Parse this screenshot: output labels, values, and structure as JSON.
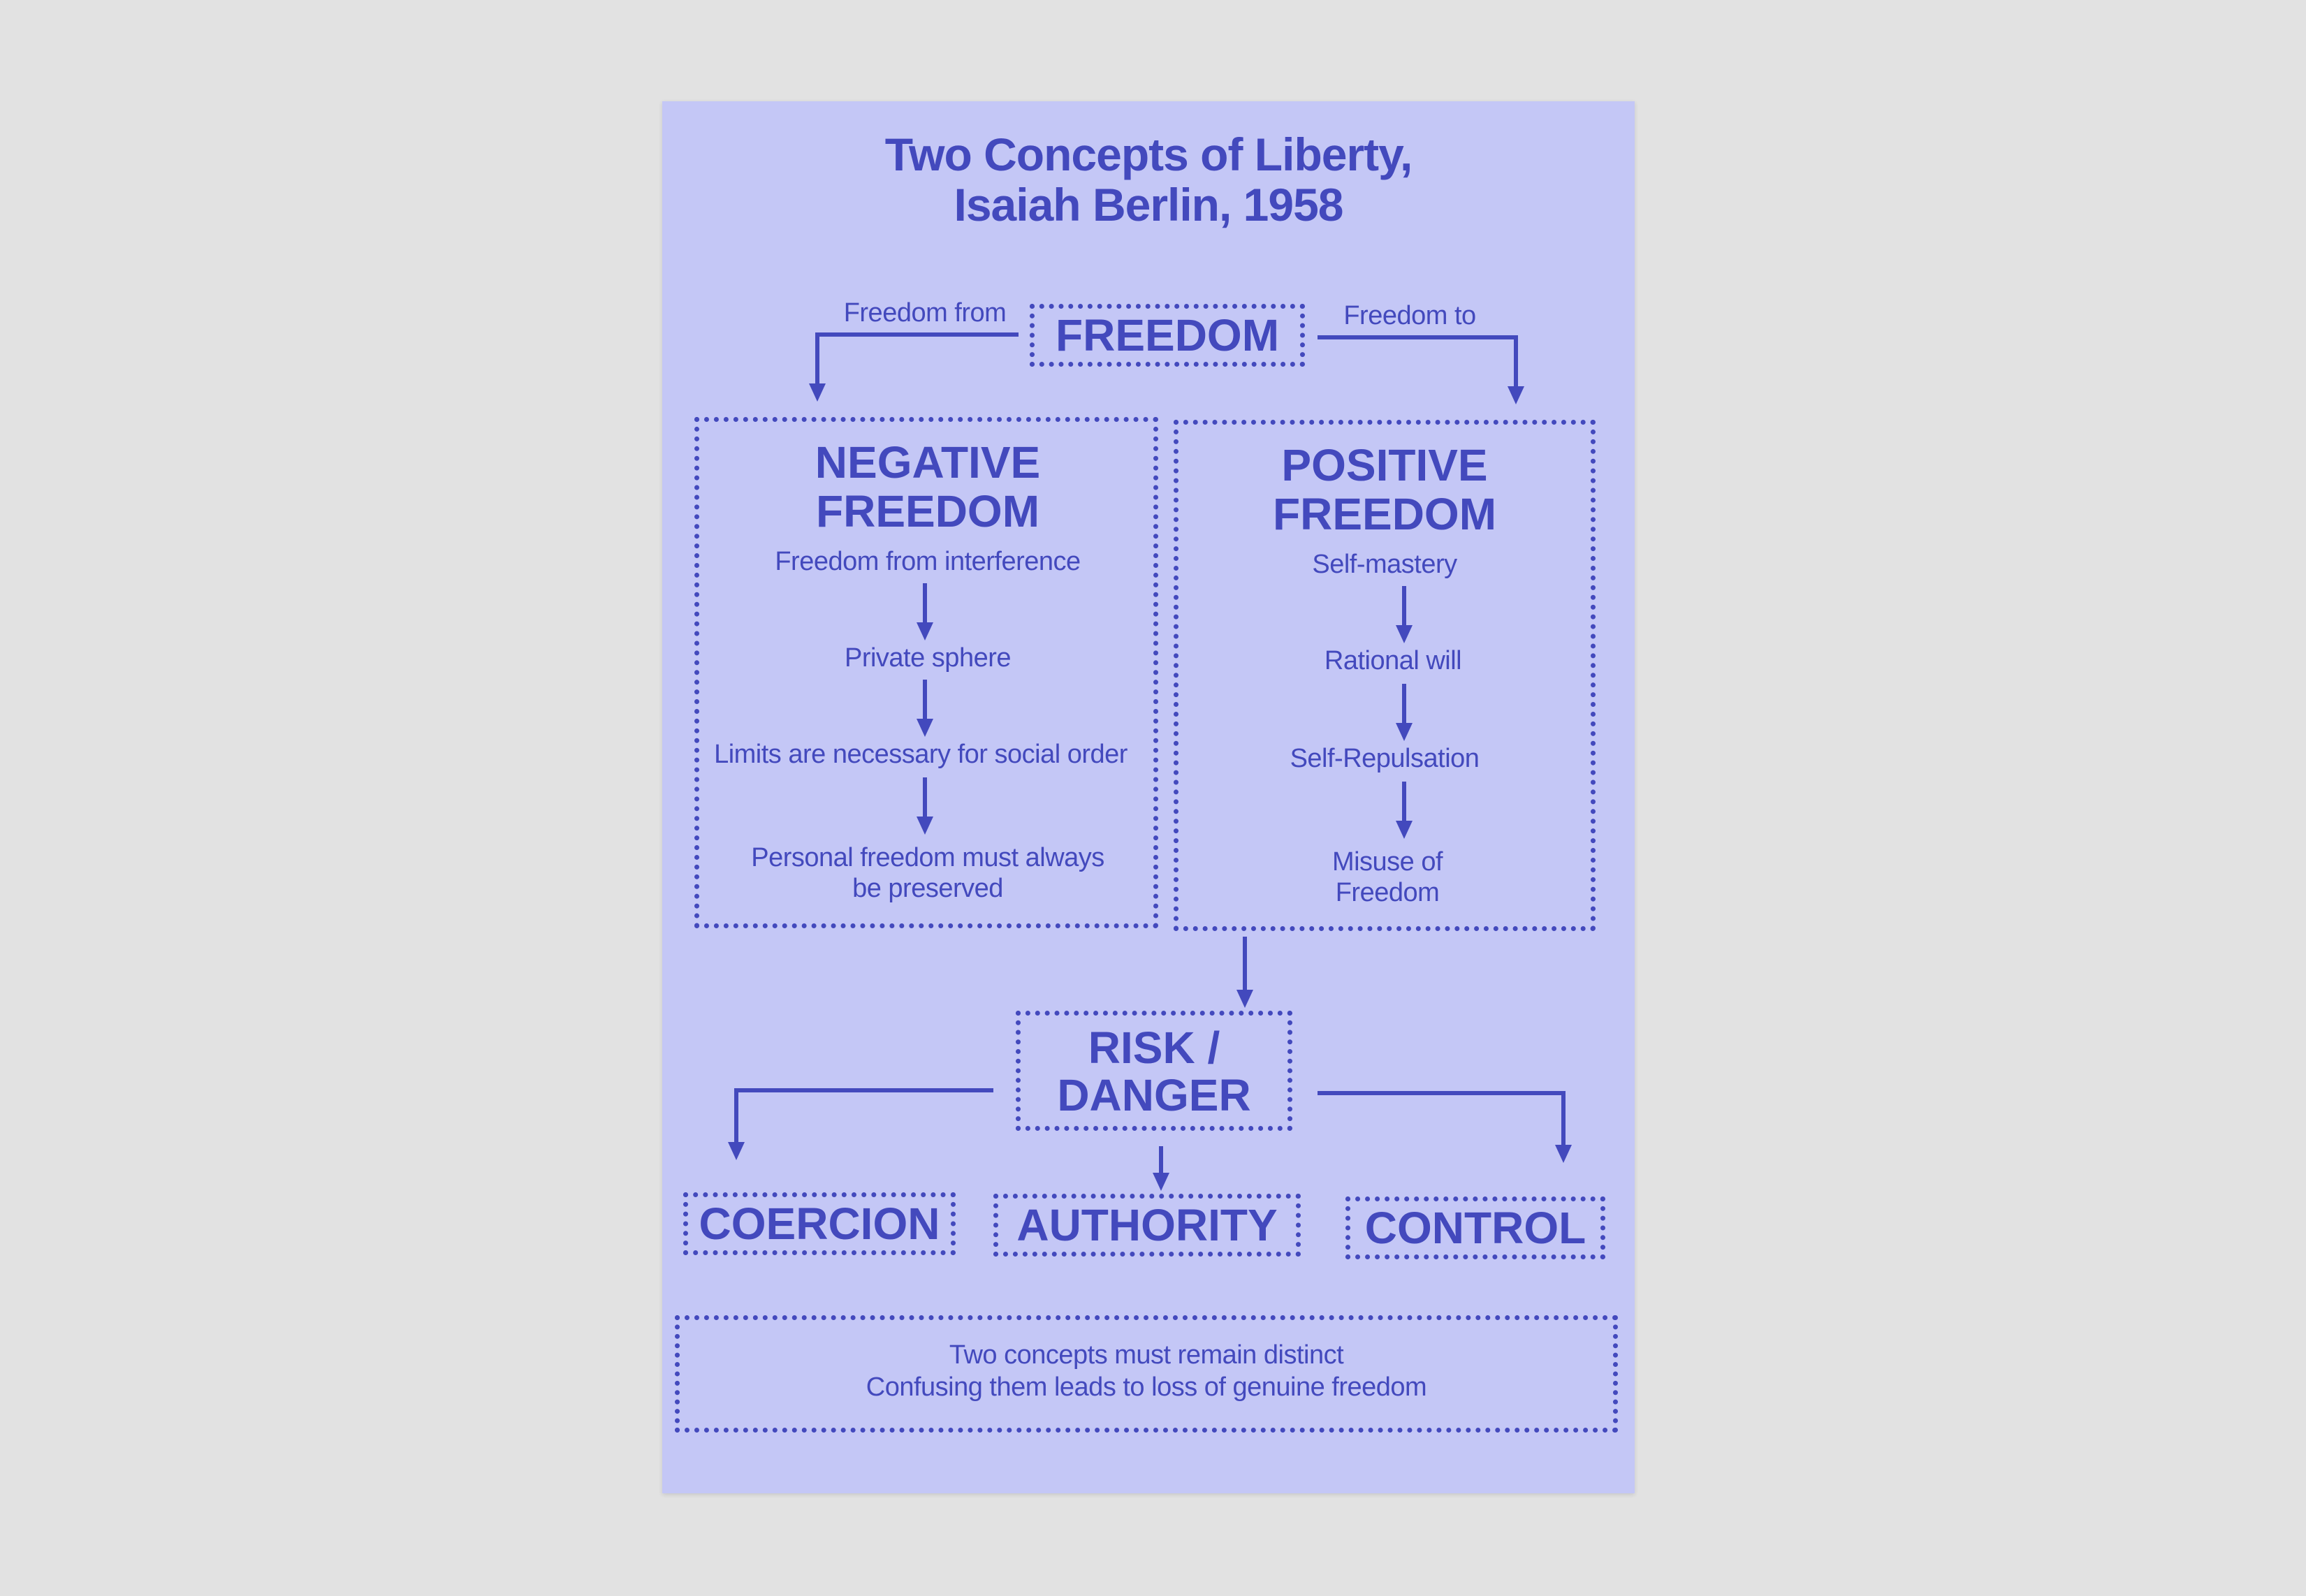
{
  "title": {
    "line1": "Two Concepts of Liberty,",
    "line2": "Isaiah Berlin, 1958"
  },
  "top": {
    "freedom": "FREEDOM",
    "freedom_from": "Freedom from",
    "freedom_to": "Freedom to"
  },
  "negative": {
    "heading1": "NEGATIVE",
    "heading2": "FREEDOM",
    "steps": [
      "Freedom from interference",
      "Private sphere",
      "Limits are necessary for social order",
      "Personal freedom must always",
      "be preserved"
    ]
  },
  "positive": {
    "heading1": "POSITIVE",
    "heading2": "FREEDOM",
    "steps": [
      "Self-mastery",
      "Rational will",
      "Self-Repulsation",
      "Misuse of",
      "Freedom"
    ]
  },
  "risk": {
    "line1": "RISK /",
    "line2": "DANGER"
  },
  "outcomes": [
    "COERCION",
    "AUTHORITY",
    "CONTROL"
  ],
  "conclusion": {
    "line1": "Two concepts must remain distinct",
    "line2": "Confusing them leads to loss of genuine freedom"
  },
  "colors": {
    "background": "#e2e2e2",
    "sheet": "#c4c7f6",
    "ink": "#4349bd"
  }
}
